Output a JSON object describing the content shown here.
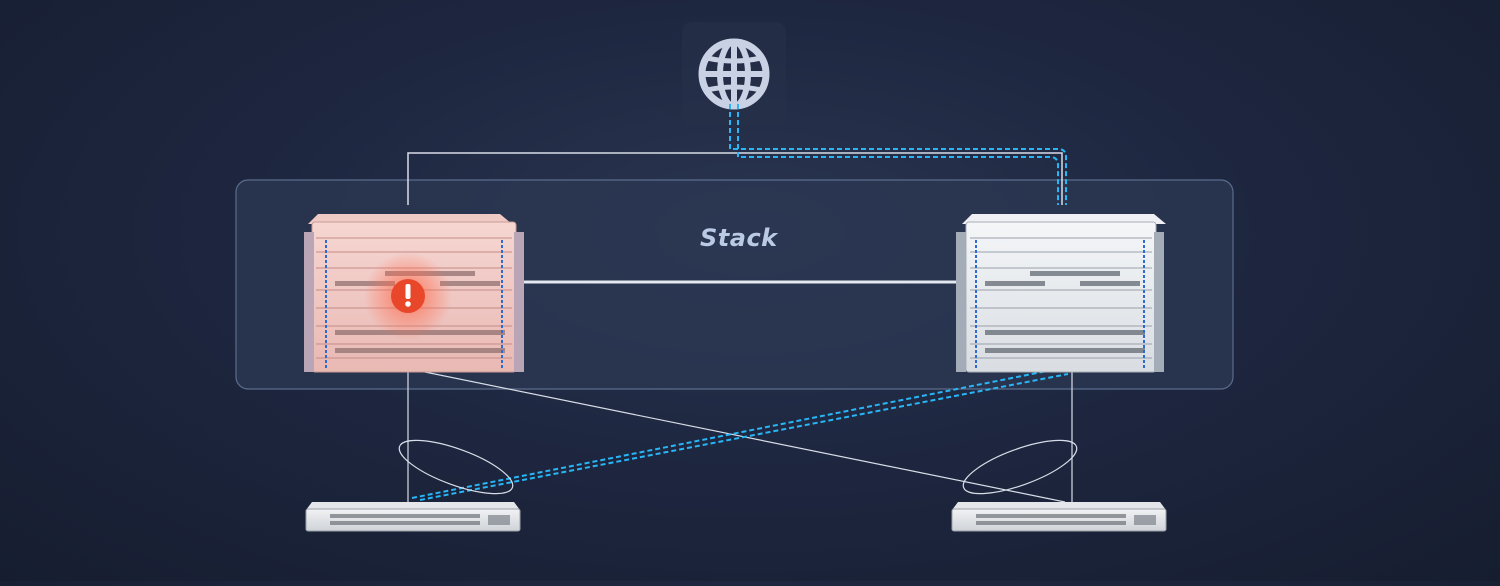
{
  "diagram": {
    "group_label": "Stack",
    "colors": {
      "background": "#1e2740",
      "link_solid": "#d7dde8",
      "link_active": "#29b6f6",
      "stack_box_stroke": "#5a6c8c",
      "faulty_chassis": "#f2c8c4",
      "healthy_chassis": "#eceff2",
      "alert": "#e8472a"
    },
    "nodes": [
      {
        "id": "internet",
        "icon": "globe-icon"
      },
      {
        "id": "core-switch-left",
        "status": "fault",
        "icon": "exclamation-alert-icon"
      },
      {
        "id": "core-switch-right",
        "status": "active"
      },
      {
        "id": "access-switch-left"
      },
      {
        "id": "access-switch-right"
      }
    ]
  }
}
